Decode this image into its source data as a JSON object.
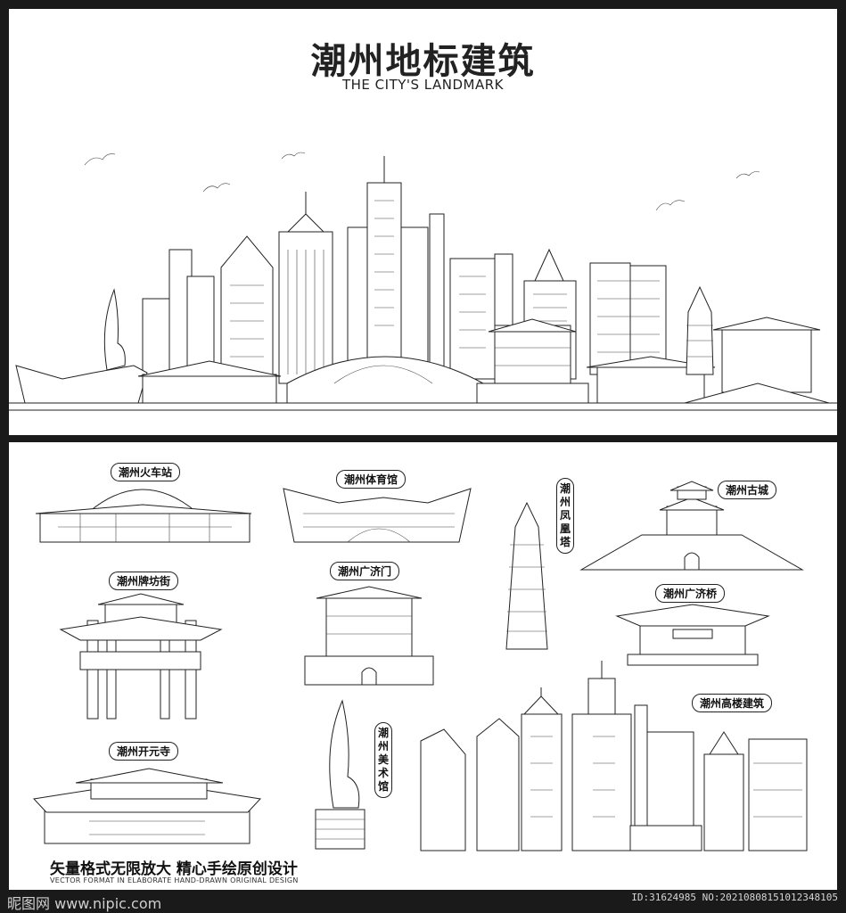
{
  "header": {
    "title": "潮州地标建筑",
    "subtitle": "THE CITY'S LANDMARK"
  },
  "landmarks": {
    "railway_station": "潮州火车站",
    "stadium": "潮州体育馆",
    "phoenix_pagoda": "潮州凤凰塔",
    "ancient_city": "潮州古城",
    "archway_street": "潮州牌坊街",
    "guangji_gate": "潮州广济门",
    "guangji_bridge": "潮州广济桥",
    "kaiyuan_temple": "潮州开元寺",
    "art_museum": "潮州美术馆",
    "high_rise": "潮州高楼建筑"
  },
  "footer": {
    "slogan": "矢量格式无限放大  精心手绘原创设计",
    "slogan_en": "VECTOR FORMAT IN ELABORATE HAND-DRAWN ORIGINAL DESIGN"
  },
  "watermark": {
    "site": "昵图网 www.nipic.com",
    "id": "ID:31624985 NO:20210808151012348105"
  }
}
